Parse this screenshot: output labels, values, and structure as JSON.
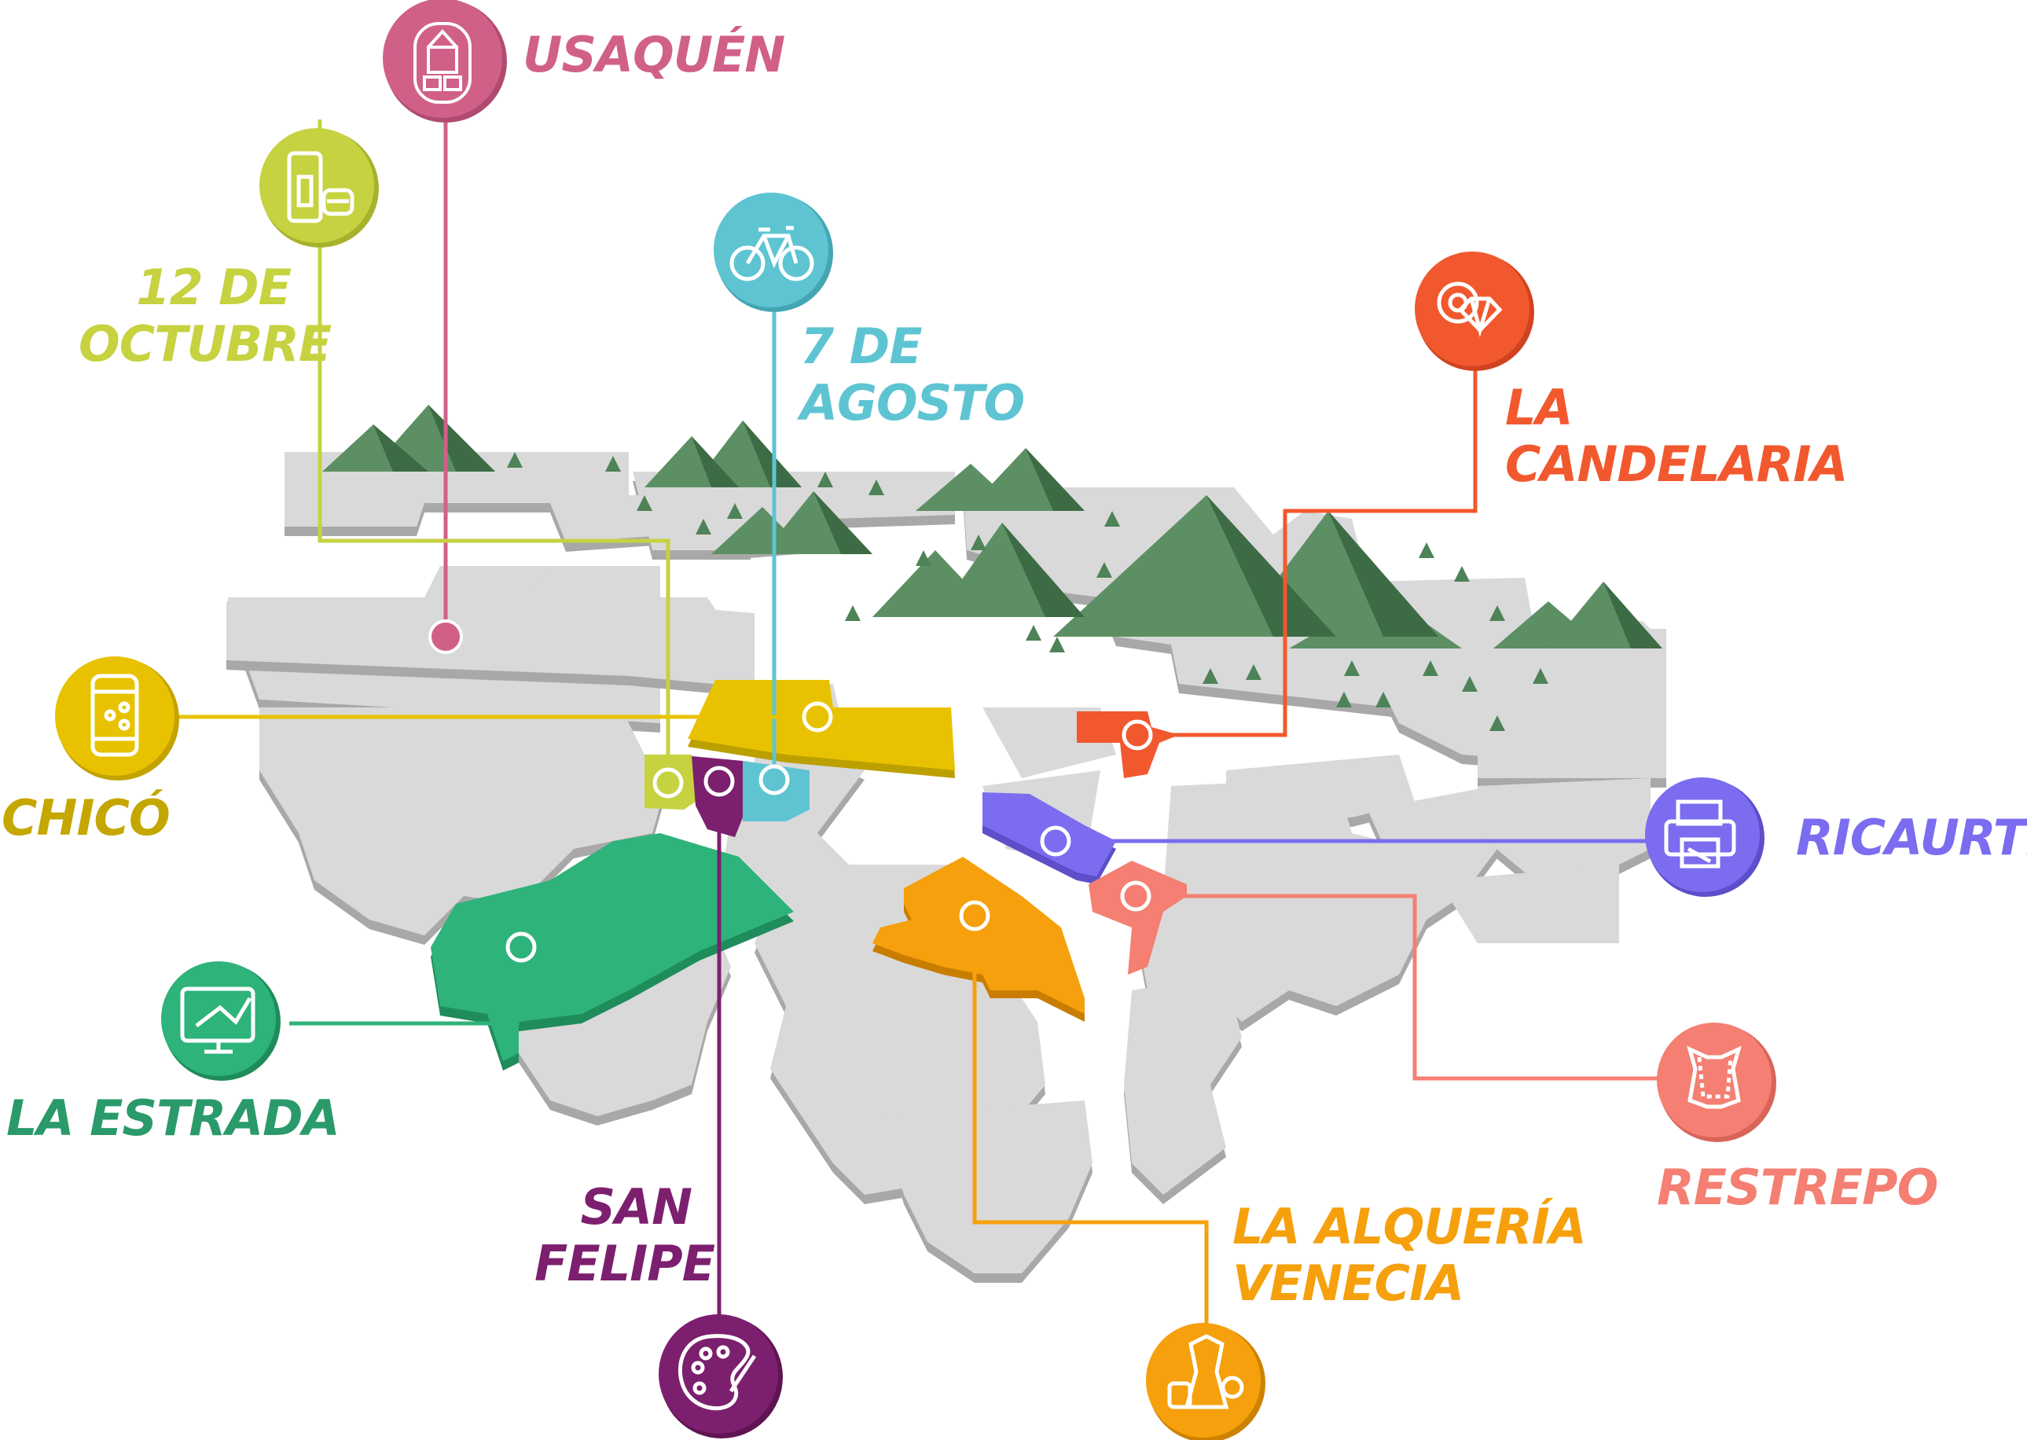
{
  "map": {
    "colors": {
      "block": "#d9d9d9",
      "block_edge": "#a9a9a9",
      "mountain": "#5c8f63",
      "mountain_dark": "#3d6b45",
      "tree": "#4e8257"
    },
    "neighborhoods": [
      {
        "key": "usaquen",
        "line1": "USAQUÉN",
        "line2": "",
        "color": "#d16089",
        "icon": "town-hall-icon"
      },
      {
        "key": "doce",
        "line1": "12 DE",
        "line2": "OCTUBRE",
        "color": "#c6d240",
        "icon": "shop-icon"
      },
      {
        "key": "siete",
        "line1": "7 DE",
        "line2": "AGOSTO",
        "color": "#5ec4d2",
        "icon": "bicycle-icon"
      },
      {
        "key": "candelaria",
        "line1": "LA",
        "line2": "CANDELARIA",
        "color": "#f2582e",
        "icon": "jewel-icon"
      },
      {
        "key": "chico",
        "line1": "CHICÓ",
        "line2": "",
        "color": "#e8c200",
        "icon": "smartphone-icon"
      },
      {
        "key": "ricaurte",
        "line1": "RICAURTE",
        "line2": "",
        "color": "#7b6cf0",
        "icon": "printer-icon"
      },
      {
        "key": "estrada",
        "line1": "LA ESTRADA",
        "line2": "",
        "color": "#2eb37a",
        "icon": "design-monitor-icon"
      },
      {
        "key": "restrepo",
        "line1": "RESTREPO",
        "line2": "",
        "color": "#f47f72",
        "icon": "leather-icon"
      },
      {
        "key": "sanfelipe",
        "line1": "SAN",
        "line2": "FELIPE",
        "color": "#7c1f6e",
        "icon": "art-palette-icon"
      },
      {
        "key": "alqueria",
        "line1": "LA ALQUERÍA",
        "line2": "VENECIA",
        "color": "#f5a00c",
        "icon": "fashion-icon"
      }
    ]
  }
}
